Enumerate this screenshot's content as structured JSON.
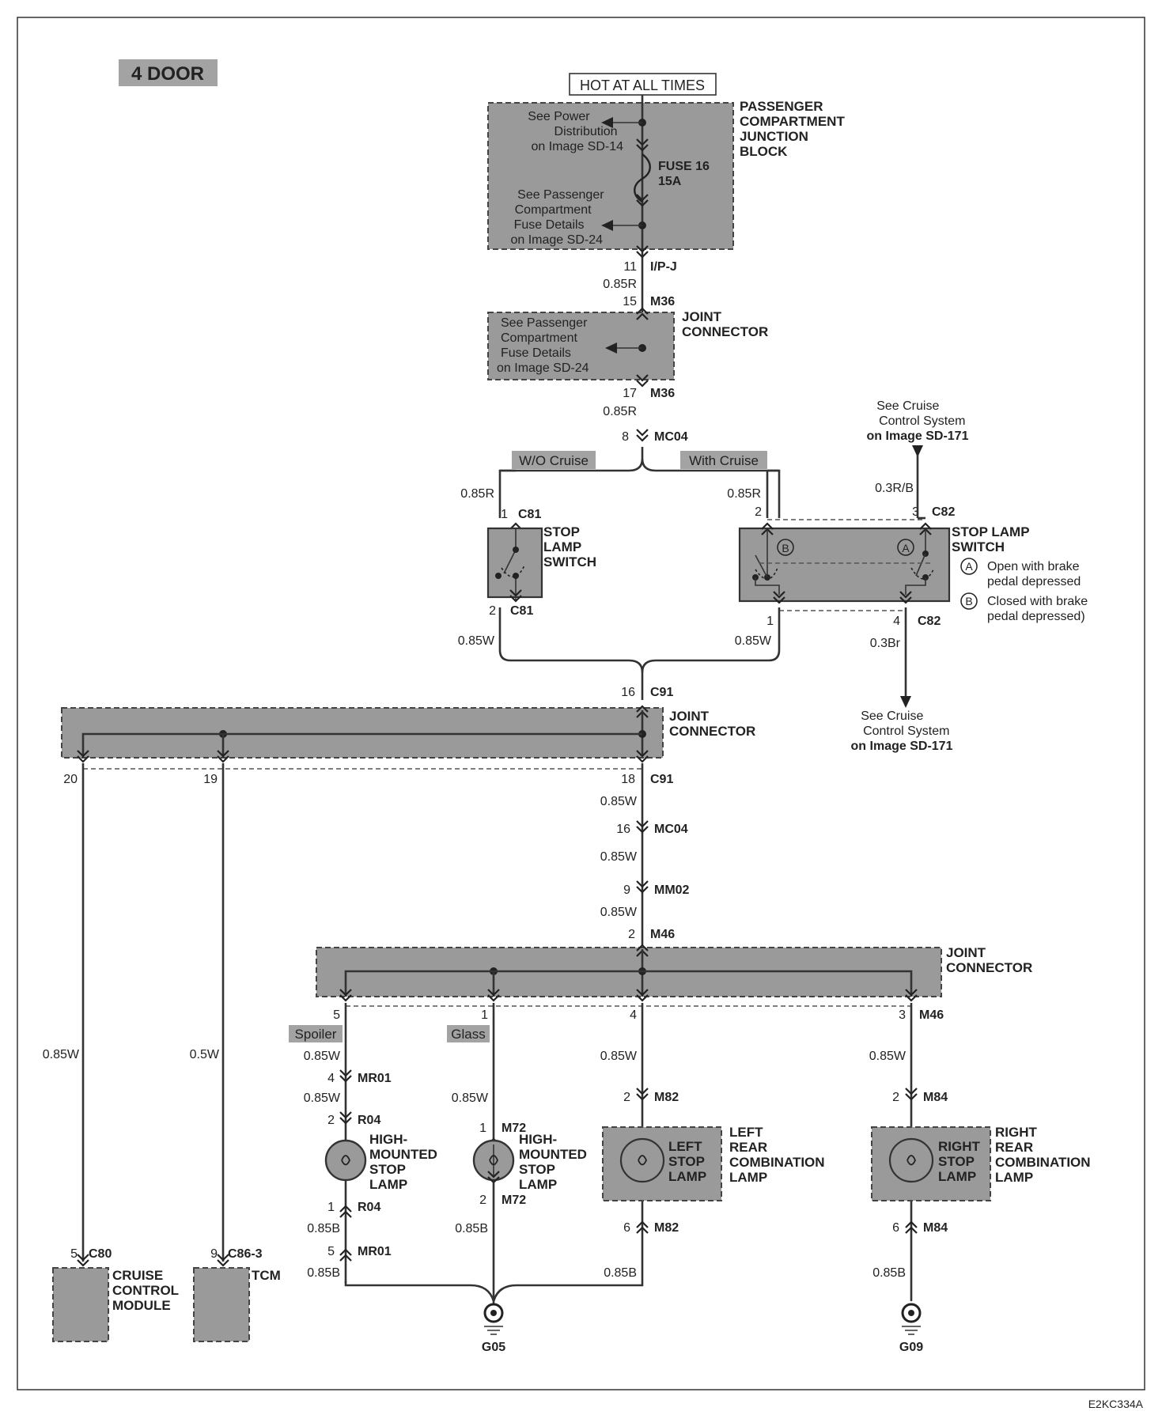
{
  "variant": "4 DOOR",
  "hot_label": "HOT AT ALL TIMES",
  "junction_block": {
    "name_lines": [
      "PASSENGER",
      "COMPARTMENT",
      "JUNCTION",
      "BLOCK"
    ],
    "note1": [
      "See Power",
      "Distribution",
      "on Image SD-14"
    ],
    "fuse": [
      "FUSE 16",
      "15A"
    ],
    "note2": [
      "See Passenger",
      "Compartment",
      "Fuse Details",
      "on Image SD-24"
    ],
    "pin": "11",
    "conn": "I/P-J"
  },
  "joint1": {
    "name_lines": [
      "JOINT",
      "CONNECTOR"
    ],
    "note": [
      "See Passenger",
      "Compartment",
      "Fuse Details",
      "on Image SD-24"
    ],
    "in_pin": "15",
    "in_conn": "M36",
    "out_pin": "17",
    "out_conn": "M36"
  },
  "wire_085R": "0.85R",
  "wire_085W": "0.85W",
  "wire_05W": "0.5W",
  "wire_085B": "0.85B",
  "wire_03RB": "0.3R/B",
  "wire_03Br": "0.3Br",
  "mc04_top": {
    "pin": "8",
    "conn": "MC04"
  },
  "options": {
    "wo": "W/O Cruise",
    "with": "With Cruise"
  },
  "switch_c81": {
    "name_lines": [
      "STOP",
      "LAMP",
      "SWITCH"
    ],
    "top_pin": "1",
    "bot_pin": "2",
    "conn": "C81"
  },
  "switch_c82": {
    "name_lines": [
      "STOP LAMP",
      "SWITCH"
    ],
    "pin2": "2",
    "pin3": "3",
    "pin1": "1",
    "pin4": "4",
    "conn": "C82",
    "label_a": "A",
    "label_b": "B",
    "note_a": [
      "Open with brake",
      "pedal depressed"
    ],
    "note_b": [
      "Closed with brake",
      "pedal depressed)"
    ]
  },
  "cruise_ref_top": [
    "See Cruise",
    "Control System",
    "on Image SD-171"
  ],
  "cruise_ref_bottom": [
    "See Cruise",
    "Control System",
    "on Image SD-171"
  ],
  "joint2": {
    "name_lines": [
      "JOINT",
      "CONNECTOR"
    ],
    "in_pin": "16",
    "conn": "C91",
    "pins": [
      "20",
      "19",
      "18"
    ]
  },
  "mc04_bottom": {
    "pin": "16",
    "conn": "MC04"
  },
  "mm02": {
    "pin": "9",
    "conn": "MM02"
  },
  "joint3": {
    "name_lines": [
      "JOINT",
      "CONNECTOR"
    ],
    "in_pin": "2",
    "conn": "M46",
    "pins": [
      "5",
      "1",
      "4",
      "3"
    ]
  },
  "option_spoiler": "Spoiler",
  "option_glass": "Glass",
  "mr01_top": {
    "pin": "4",
    "conn": "MR01"
  },
  "r04_top": {
    "pin": "2",
    "conn": "R04"
  },
  "hm_lamp_lines": [
    "HIGH-",
    "MOUNTED",
    "STOP",
    "LAMP"
  ],
  "r04_bot": {
    "pin": "1",
    "conn": "R04"
  },
  "mr01_bot": {
    "pin": "5",
    "conn": "MR01"
  },
  "m72_top": {
    "pin": "1",
    "conn": "M72"
  },
  "m72_bot": {
    "pin": "2",
    "conn": "M72"
  },
  "m82_top": {
    "pin": "2",
    "conn": "M82"
  },
  "m82_bot": {
    "pin": "6",
    "conn": "M82"
  },
  "left_lamp_inside": [
    "LEFT",
    "STOP",
    "LAMP"
  ],
  "left_lamp_name": [
    "LEFT",
    "REAR",
    "COMBINATION",
    "LAMP"
  ],
  "m84_top": {
    "pin": "2",
    "conn": "M84"
  },
  "m84_bot": {
    "pin": "6",
    "conn": "M84"
  },
  "right_lamp_inside": [
    "RIGHT",
    "STOP",
    "LAMP"
  ],
  "right_lamp_name": [
    "RIGHT",
    "REAR",
    "COMBINATION",
    "LAMP"
  ],
  "c80": {
    "pin": "5",
    "conn": "C80"
  },
  "cruise_module": [
    "CRUISE",
    "CONTROL",
    "MODULE"
  ],
  "c86": {
    "pin": "9",
    "conn": "C86-3"
  },
  "tcm": "TCM",
  "ground1": "G05",
  "ground2": "G09",
  "figure_code": "E2KC334A"
}
